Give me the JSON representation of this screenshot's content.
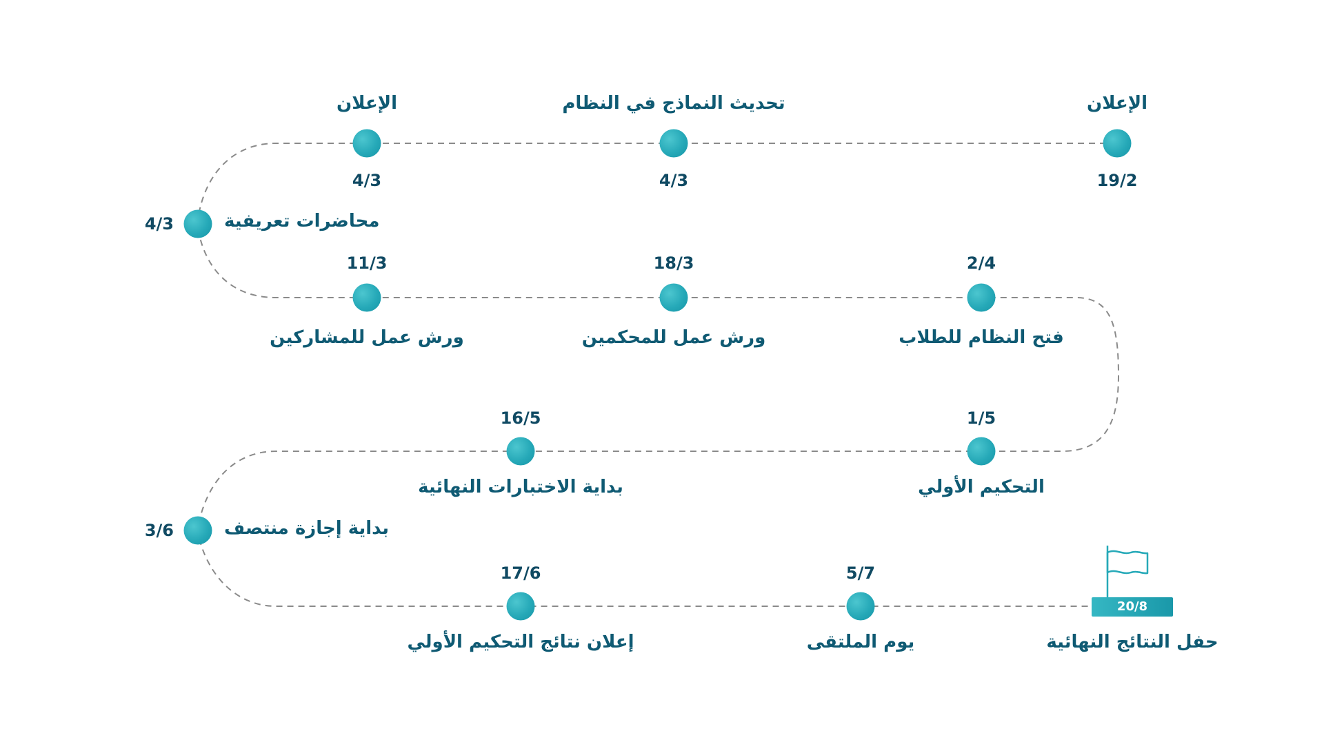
{
  "colors": {
    "path": "#8a8a8a",
    "dot": "#26a9b8",
    "title_text": "#0f5a73",
    "date_text": "#104a63",
    "badge": "#1a98a9"
  },
  "milestones": [
    {
      "title": "الإعلان",
      "date": "19/2"
    },
    {
      "title": "تحديث النماذج في النظام",
      "date": "4/3"
    },
    {
      "title": "الإعلان",
      "date": "4/3"
    },
    {
      "title": "محاضرات تعريفية",
      "date": "4/3"
    },
    {
      "title": "ورش عمل للمشاركين",
      "date": "11/3"
    },
    {
      "title": "ورش عمل للمحكمين",
      "date": "18/3"
    },
    {
      "title": "فتح النظام للطلاب",
      "date": "2/4"
    },
    {
      "title": "التحكيم الأولي",
      "date": "1/5"
    },
    {
      "title": "بداية الاختبارات النهائية",
      "date": "16/5"
    },
    {
      "title": "بداية إجازة منتصف",
      "date": "3/6"
    },
    {
      "title": "إعلان نتائج التحكيم الأولي",
      "date": "17/6"
    },
    {
      "title": "يوم الملتقى",
      "date": "5/7"
    }
  ],
  "final": {
    "title": "حفل النتائج النهائية",
    "date": "20/8",
    "icon": "flag-icon"
  }
}
